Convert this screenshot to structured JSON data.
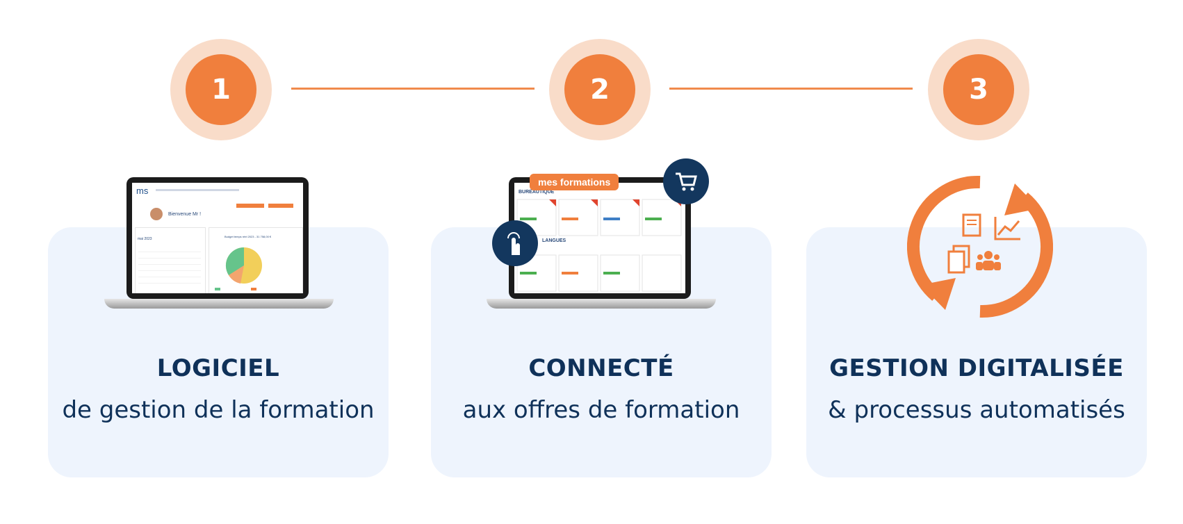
{
  "steps": [
    {
      "number": "1",
      "title": "LOGICIEL",
      "subtitle": "de gestion de la formation"
    },
    {
      "number": "2",
      "title": "CONNECTÉ",
      "subtitle": "aux offres de formation"
    },
    {
      "number": "3",
      "title": "GESTION DIGITALISÉE",
      "subtitle": "& processus automatisés"
    }
  ],
  "laptop1": {
    "logo": "ms",
    "welcome": "Bienvenue Mr !",
    "chart_title": "Budget temps réel 2023 - 31 758,00 €",
    "calendar_month": "mai 2023"
  },
  "laptop2": {
    "badge": "mes formations",
    "section1": "BUREAUTIQUE",
    "section2": "LANGUES"
  },
  "colors": {
    "accent": "#f07f3d",
    "accent_light": "#f9dcc9",
    "navy": "#0f3159",
    "card_bg": "#eef4fd"
  },
  "icons": [
    "cart-icon",
    "touch-icon",
    "cycle-arrows-icon",
    "invoice-icon",
    "chart-icon",
    "documents-icon",
    "team-icon"
  ]
}
